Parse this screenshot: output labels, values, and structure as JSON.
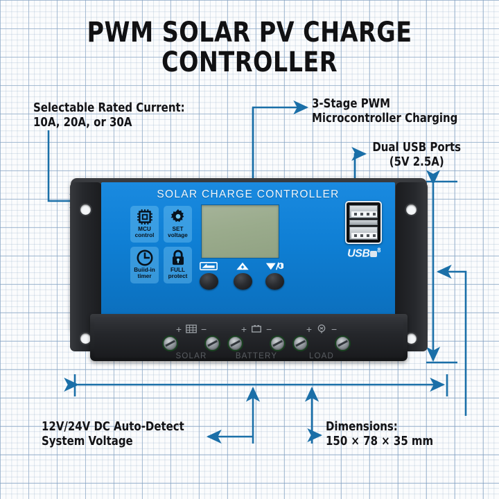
{
  "title": {
    "line1": "PWM SOLAR PV CHARGE",
    "line2": "CONTROLLER"
  },
  "callouts": {
    "rated_current": "Selectable Rated Current:\n10A, 20A, or 30A",
    "pwm_stage": "3-Stage PWM\nMicrocontroller Charging",
    "usb_ports": "Dual USB Ports\n(5V 2.5A)",
    "system_voltage": "12V/24V DC Auto-Detect\nSystem Voltage",
    "dimensions": "Dimensions:\n150 × 78 × 35 mm"
  },
  "device": {
    "brand_text": "SOLAR CHARGE CONTROLLER",
    "badges": [
      {
        "icon": "chip-icon",
        "label": "MCU\ncontrol"
      },
      {
        "icon": "gear-icon",
        "label": "SET\nvoltage"
      },
      {
        "icon": "clock-icon",
        "label": "Buiid-in\ntimer"
      },
      {
        "icon": "lock-icon",
        "label": "FULL\nprotect"
      }
    ],
    "buttons": [
      {
        "icon": "menu-back-icon"
      },
      {
        "icon": "up-arrow-icon"
      },
      {
        "icon": "down-arrow-light-icon"
      }
    ],
    "usb": {
      "logo": "USB",
      "superscript": "8"
    },
    "terminals": [
      {
        "label": "SOLAR",
        "icon": "solar-panel-icon",
        "plus": "+",
        "minus": "−"
      },
      {
        "label": "BATTERY",
        "icon": "battery-icon",
        "plus": "+",
        "minus": "−"
      },
      {
        "label": "LOAD",
        "icon": "bulb-icon",
        "plus": "+",
        "minus": "−"
      }
    ]
  },
  "colors": {
    "accent_blue": "#1a6fa8",
    "panel_blue": "#0f7fd4",
    "lcd_green": "#9aab8c",
    "text_dark": "#131316",
    "grid_line": "#6e91b9"
  }
}
